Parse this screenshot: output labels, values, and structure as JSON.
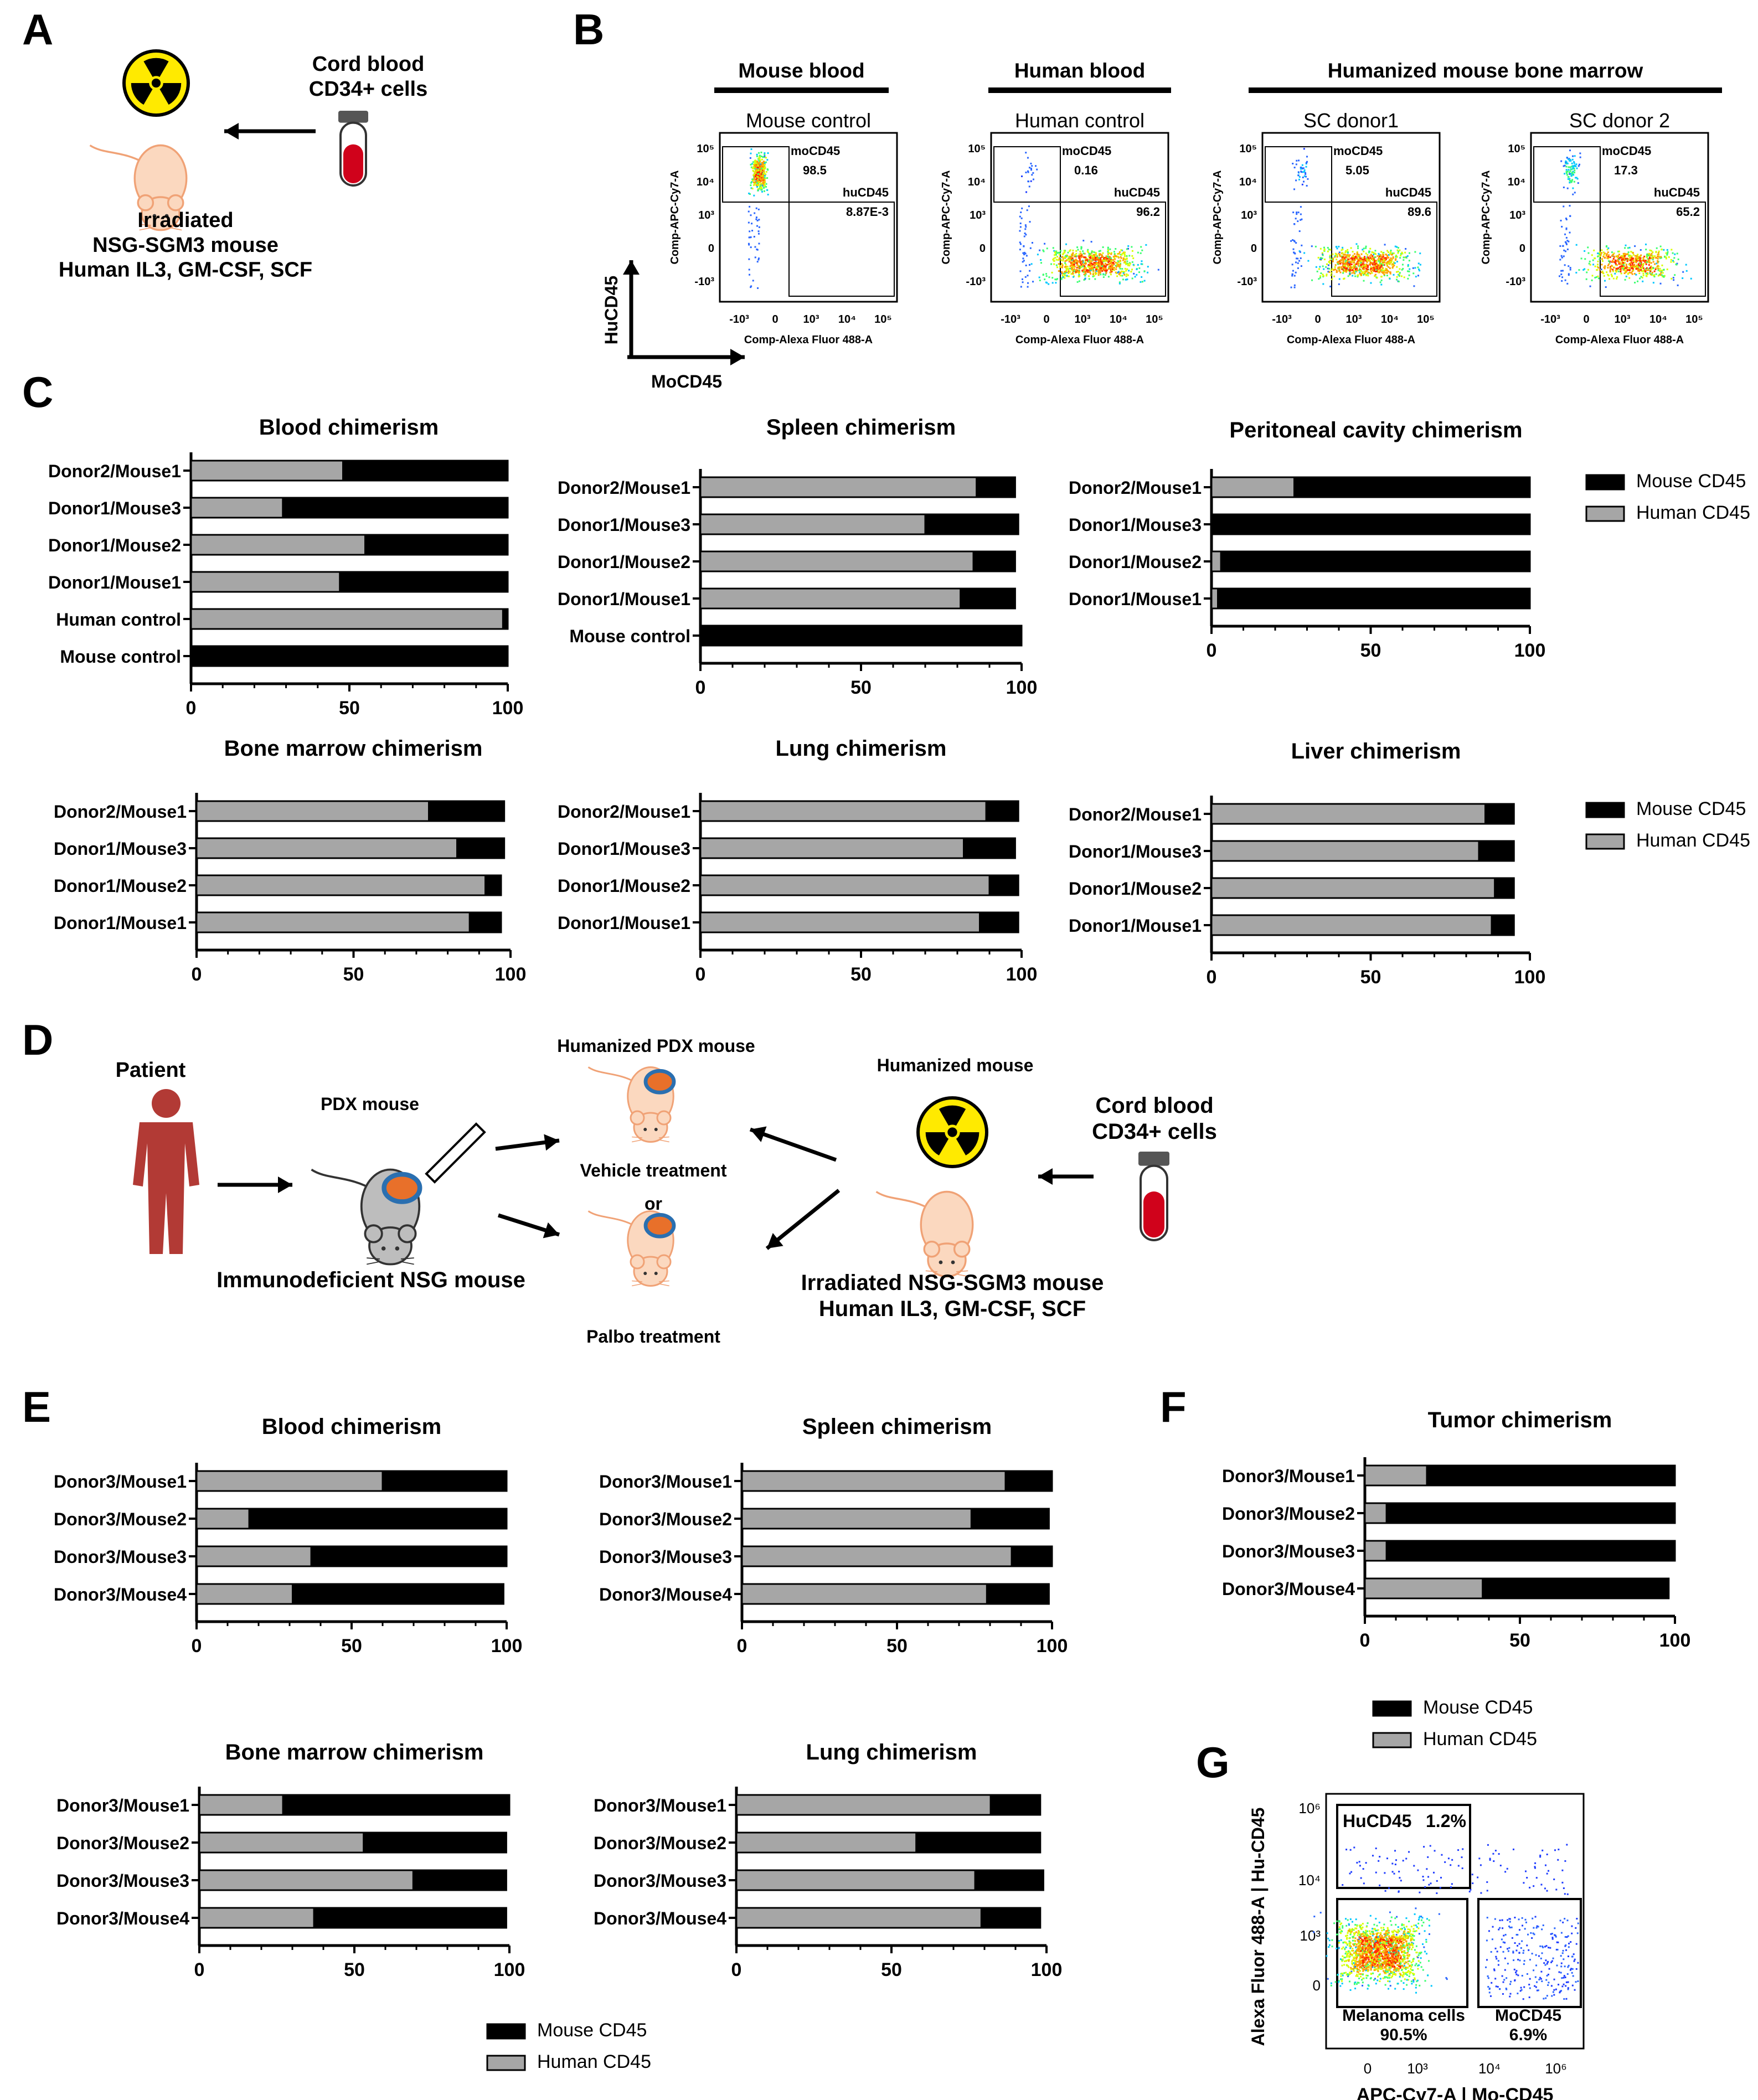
{
  "panel_letters": [
    "A",
    "B",
    "C",
    "D",
    "E",
    "F",
    "G"
  ],
  "colors": {
    "mouse": "#000000",
    "human": "#a6a6a6",
    "mouse_skin": "#fbd8bf",
    "mouse_line": "#f0a276",
    "tumor": "#e8702a",
    "tumor_ring": "#2a6fb0",
    "radiation": "#ffea00",
    "blood": "#d0021b",
    "patient": "#b23a35",
    "nsg_mouse": "#bdbdbd"
  },
  "panelA": {
    "source_label": "Cord blood\nCD34+ cells",
    "target_label": "Irradiated\nNSG-SGM3 mouse\nHuman IL3, GM-CSF, SCF",
    "icons": [
      "radiation-icon",
      "mouse-icon",
      "blood-tube-icon",
      "arrow-left-icon"
    ]
  },
  "panelB": {
    "groups": [
      "Mouse blood",
      "Human blood",
      "Humanized mouse bone marrow"
    ],
    "y_axis_label": "HuCD45",
    "x_axis_label": "MoCD45",
    "plots": [
      {
        "title": "Mouse control",
        "ylabel": "Comp-APC-Cy7-A",
        "xlabel": "Comp-Alexa Fluor 488-A",
        "gates": [
          {
            "name": "moCD45",
            "value": "98.5"
          },
          {
            "name": "huCD45",
            "value": "8.87E-3"
          }
        ]
      },
      {
        "title": "Human control",
        "ylabel": "Comp-APC-Cy7-A",
        "xlabel": "Comp-Alexa Fluor 488-A",
        "gates": [
          {
            "name": "moCD45",
            "value": "0.16"
          },
          {
            "name": "huCD45",
            "value": "96.2"
          }
        ]
      },
      {
        "title": "SC donor1",
        "ylabel": "Comp-APC-Cy7-A",
        "xlabel": "Comp-Alexa Fluor 488-A",
        "gates": [
          {
            "name": "moCD45",
            "value": "5.05"
          },
          {
            "name": "huCD45",
            "value": "89.6"
          }
        ]
      },
      {
        "title": "SC donor 2",
        "ylabel": "Comp-APC-Cy7-A",
        "xlabel": "Comp-Alexa Fluor 488-A",
        "gates": [
          {
            "name": "moCD45",
            "value": "17.3"
          },
          {
            "name": "huCD45",
            "value": "65.2"
          }
        ]
      }
    ],
    "tick_labels_x": [
      "-10",
      "3",
      "0",
      "10",
      "3",
      "10",
      "4",
      "10",
      "5"
    ],
    "tick_labels_y": [
      "10",
      "5",
      "10",
      "4",
      "10",
      "3",
      "0",
      "-10",
      "3"
    ]
  },
  "legend": {
    "mouse": "Mouse CD45",
    "human": "Human CD45"
  },
  "panelD": {
    "patient": "Patient",
    "pdx": "PDX mouse",
    "nsg": "Immunodeficient NSG mouse",
    "humanized_pdx": "Humanized PDX mouse",
    "vehicle": "Vehicle treatment",
    "or": "or",
    "palbo": "Palbo treatment",
    "humanized": "Humanized mouse",
    "cord": "Cord blood\nCD34+ cells",
    "irradiated": "Irradiated NSG-SGM3 mouse\nHuman IL3, GM-CSF, SCF"
  },
  "panelG": {
    "ylabel": "Alexa Fluor 488-A | Hu-CD45",
    "xlabel": "APC-Cy7-A | Mo-CD45",
    "gates": [
      {
        "name": "HuCD45",
        "value": "1.2%"
      },
      {
        "name": "Melanoma cells",
        "value": "90.5%"
      },
      {
        "name": "MoCD45",
        "value": "6.9%"
      }
    ],
    "y_ticks": [
      "10⁶",
      "10⁴",
      "10³",
      "0"
    ],
    "x_ticks": [
      "0",
      "10³",
      "10⁴",
      "10⁶"
    ]
  },
  "chart_data": [
    {
      "id": "C-blood",
      "type": "bar",
      "orientation": "horizontal",
      "stacked": true,
      "title": "Blood chimerism",
      "categories": [
        "Donor2/Mouse1",
        "Donor1/Mouse3",
        "Donor1/Mouse2",
        "Donor1/Mouse1",
        "Human control",
        "Mouse control"
      ],
      "series": [
        {
          "name": "Human CD45",
          "values": [
            48,
            29,
            55,
            47,
            98.5,
            0
          ]
        },
        {
          "name": "Mouse CD45",
          "values": [
            52,
            71,
            45,
            53,
            1.5,
            100
          ]
        }
      ],
      "xlim": [
        0,
        100
      ],
      "xticks": [
        0,
        50,
        100
      ]
    },
    {
      "id": "C-spleen",
      "type": "bar",
      "orientation": "horizontal",
      "stacked": true,
      "title": "Spleen chimerism",
      "categories": [
        "Donor2/Mouse1",
        "Donor1/Mouse3",
        "Donor1/Mouse2",
        "Donor1/Mouse1",
        "Mouse control"
      ],
      "series": [
        {
          "name": "Human CD45",
          "values": [
            86,
            70,
            85,
            81,
            0
          ]
        },
        {
          "name": "Mouse CD45",
          "values": [
            12,
            29,
            13,
            17,
            100
          ]
        }
      ],
      "xlim": [
        0,
        100
      ],
      "xticks": [
        0,
        50,
        100
      ]
    },
    {
      "id": "C-peritoneal",
      "type": "bar",
      "orientation": "horizontal",
      "stacked": true,
      "title": "Peritoneal cavity chimerism",
      "categories": [
        "Donor2/Mouse1",
        "Donor1/Mouse3",
        "Donor1/Mouse2",
        "Donor1/Mouse1"
      ],
      "series": [
        {
          "name": "Human CD45",
          "values": [
            26,
            0,
            3,
            2
          ]
        },
        {
          "name": "Mouse CD45",
          "values": [
            74,
            100,
            97,
            98
          ]
        }
      ],
      "xlim": [
        0,
        100
      ],
      "xticks": [
        0,
        50,
        100
      ]
    },
    {
      "id": "C-bonemarrow",
      "type": "bar",
      "orientation": "horizontal",
      "stacked": true,
      "title": "Bone marrow chimerism",
      "categories": [
        "Donor2/Mouse1",
        "Donor1/Mouse3",
        "Donor1/Mouse2",
        "Donor1/Mouse1"
      ],
      "series": [
        {
          "name": "Human CD45",
          "values": [
            74,
            83,
            92,
            87
          ]
        },
        {
          "name": "Mouse CD45",
          "values": [
            24,
            15,
            5,
            10
          ]
        }
      ],
      "xlim": [
        0,
        100
      ],
      "xticks": [
        0,
        50,
        100
      ]
    },
    {
      "id": "C-lung",
      "type": "bar",
      "orientation": "horizontal",
      "stacked": true,
      "title": "Lung chimerism",
      "categories": [
        "Donor2/Mouse1",
        "Donor1/Mouse3",
        "Donor1/Mouse2",
        "Donor1/Mouse1"
      ],
      "series": [
        {
          "name": "Human CD45",
          "values": [
            89,
            82,
            90,
            87
          ]
        },
        {
          "name": "Mouse CD45",
          "values": [
            10,
            16,
            9,
            12
          ]
        }
      ],
      "xlim": [
        0,
        100
      ],
      "xticks": [
        0,
        50,
        100
      ]
    },
    {
      "id": "C-liver",
      "type": "bar",
      "orientation": "horizontal",
      "stacked": true,
      "title": "Liver chimerism",
      "categories": [
        "Donor2/Mouse1",
        "Donor1/Mouse3",
        "Donor1/Mouse2",
        "Donor1/Mouse1"
      ],
      "series": [
        {
          "name": "Human CD45",
          "values": [
            86,
            84,
            89,
            88
          ]
        },
        {
          "name": "Mouse CD45",
          "values": [
            9,
            11,
            6,
            7
          ]
        }
      ],
      "xlim": [
        0,
        100
      ],
      "xticks": [
        0,
        50,
        100
      ]
    },
    {
      "id": "E-blood",
      "type": "bar",
      "orientation": "horizontal",
      "stacked": true,
      "title": "Blood chimerism",
      "categories": [
        "Donor3/Mouse1",
        "Donor3/Mouse2",
        "Donor3/Mouse3",
        "Donor3/Mouse4"
      ],
      "series": [
        {
          "name": "Human CD45",
          "values": [
            60,
            17,
            37,
            31
          ]
        },
        {
          "name": "Mouse CD45",
          "values": [
            40,
            83,
            63,
            68
          ]
        }
      ],
      "xlim": [
        0,
        100
      ],
      "xticks": [
        0,
        50,
        100
      ]
    },
    {
      "id": "E-spleen",
      "type": "bar",
      "orientation": "horizontal",
      "stacked": true,
      "title": "Spleen chimerism",
      "categories": [
        "Donor3/Mouse1",
        "Donor3/Mouse2",
        "Donor3/Mouse3",
        "Donor3/Mouse4"
      ],
      "series": [
        {
          "name": "Human CD45",
          "values": [
            85,
            74,
            87,
            79
          ]
        },
        {
          "name": "Mouse CD45",
          "values": [
            15,
            25,
            13,
            20
          ]
        }
      ],
      "xlim": [
        0,
        100
      ],
      "xticks": [
        0,
        50,
        100
      ]
    },
    {
      "id": "F-tumor",
      "type": "bar",
      "orientation": "horizontal",
      "stacked": true,
      "title": "Tumor chimerism",
      "categories": [
        "Donor3/Mouse1",
        "Donor3/Mouse2",
        "Donor3/Mouse3",
        "Donor3/Mouse4"
      ],
      "series": [
        {
          "name": "Human CD45",
          "values": [
            20,
            7,
            7,
            38
          ]
        },
        {
          "name": "Mouse CD45",
          "values": [
            80,
            93,
            93,
            60
          ]
        }
      ],
      "xlim": [
        0,
        100
      ],
      "xticks": [
        0,
        50,
        100
      ]
    },
    {
      "id": "E-bonemarrow",
      "type": "bar",
      "orientation": "horizontal",
      "stacked": true,
      "title": "Bone marrow chimerism",
      "categories": [
        "Donor3/Mouse1",
        "Donor3/Mouse2",
        "Donor3/Mouse3",
        "Donor3/Mouse4"
      ],
      "series": [
        {
          "name": "Human CD45",
          "values": [
            27,
            53,
            69,
            37
          ]
        },
        {
          "name": "Mouse CD45",
          "values": [
            73,
            46,
            30,
            62
          ]
        }
      ],
      "xlim": [
        0,
        100
      ],
      "xticks": [
        0,
        50,
        100
      ]
    },
    {
      "id": "E-lung",
      "type": "bar",
      "orientation": "horizontal",
      "stacked": true,
      "title": "Lung chimerism",
      "categories": [
        "Donor3/Mouse1",
        "Donor3/Mouse2",
        "Donor3/Mouse3",
        "Donor3/Mouse4"
      ],
      "series": [
        {
          "name": "Human CD45",
          "values": [
            82,
            58,
            77,
            79
          ]
        },
        {
          "name": "Mouse CD45",
          "values": [
            16,
            40,
            22,
            19
          ]
        }
      ],
      "xlim": [
        0,
        100
      ],
      "xticks": [
        0,
        50,
        100
      ]
    }
  ]
}
